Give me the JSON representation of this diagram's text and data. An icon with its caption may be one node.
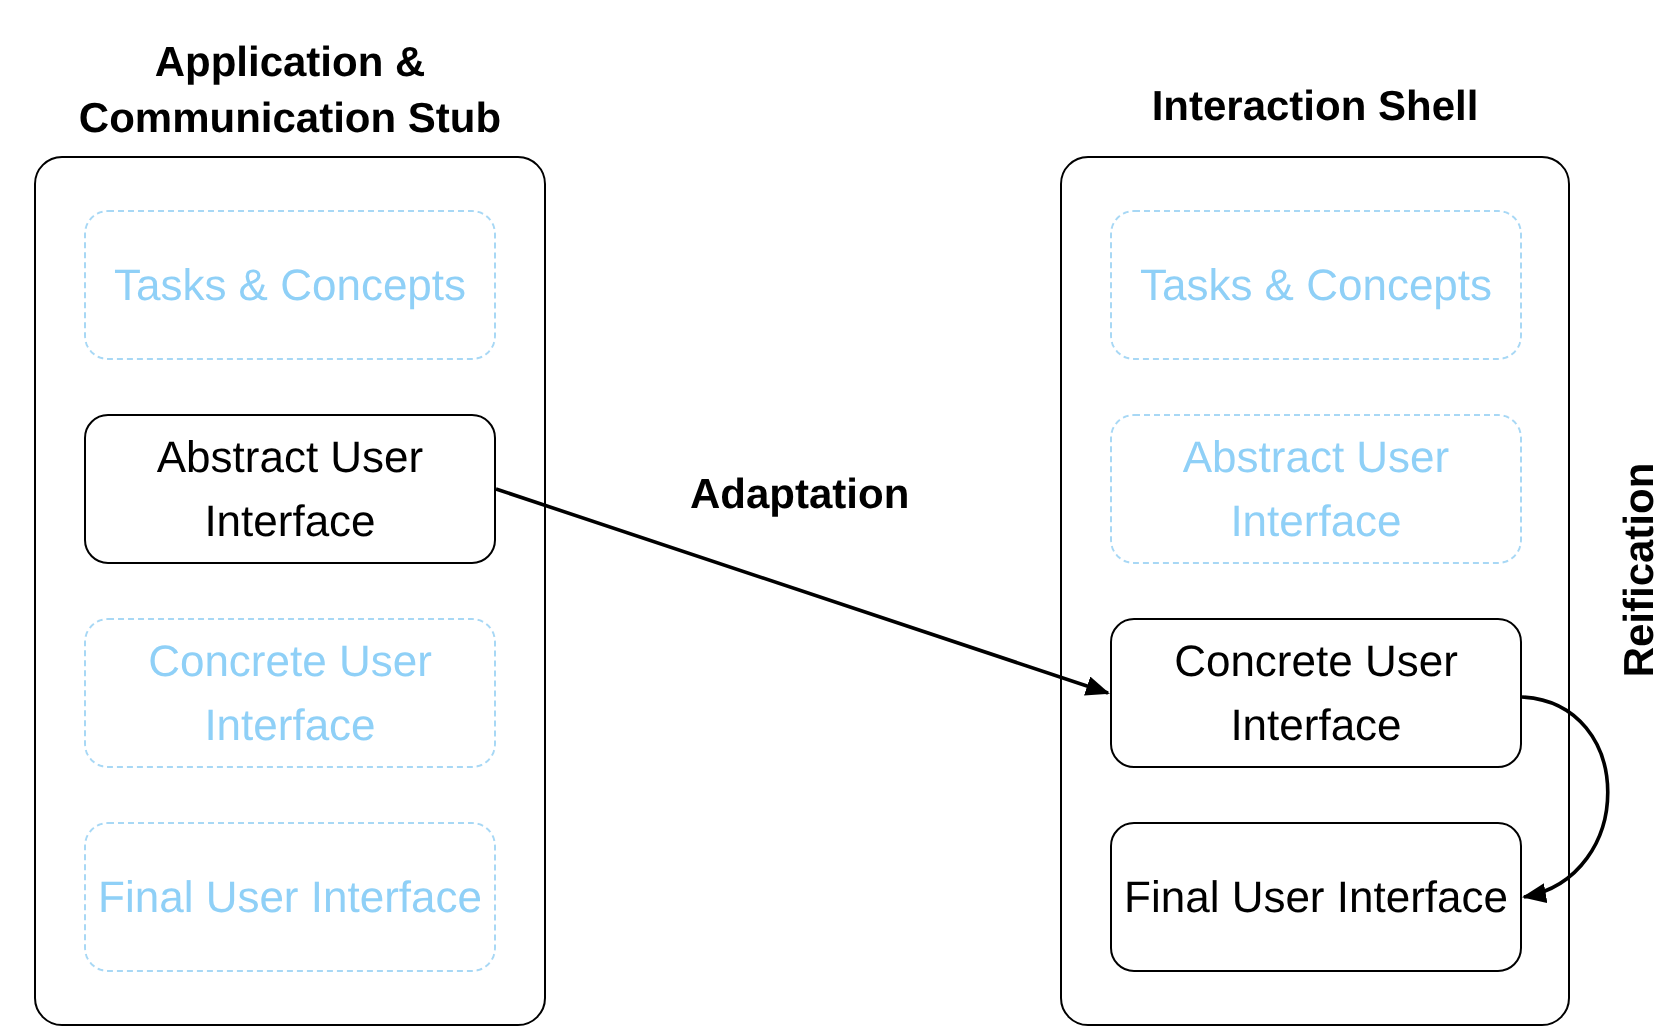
{
  "diagram": {
    "nodes": [
      {
        "text": [
          "Application & Communication Stub"
        ]
      },
      {
        "text": [
          "Tasks & Concepts"
        ],
        "in": 0
      },
      {
        "text": [
          "Abstract User Interface"
        ],
        "in": 0
      },
      {
        "text": [
          "Concrete User Interface"
        ],
        "in": 0
      },
      {
        "text": [
          "Final User Interface"
        ],
        "in": 0
      },
      {
        "text": [
          "Interaction Shell"
        ]
      },
      {
        "text": [
          "Tasks & Concepts"
        ],
        "in": 5
      },
      {
        "text": [
          "Abstract User Interface"
        ],
        "in": 5
      },
      {
        "text": [
          "Concrete User Interface"
        ],
        "in": 5
      },
      {
        "text": [
          "Final User Interface"
        ],
        "in": 5
      }
    ],
    "edges": [
      {
        "from": 2,
        "to": 8,
        "arrow": "to",
        "label": "Adaptation"
      },
      {
        "from": 8,
        "to": 9,
        "arrow": "to",
        "label": "Reification"
      }
    ]
  }
}
